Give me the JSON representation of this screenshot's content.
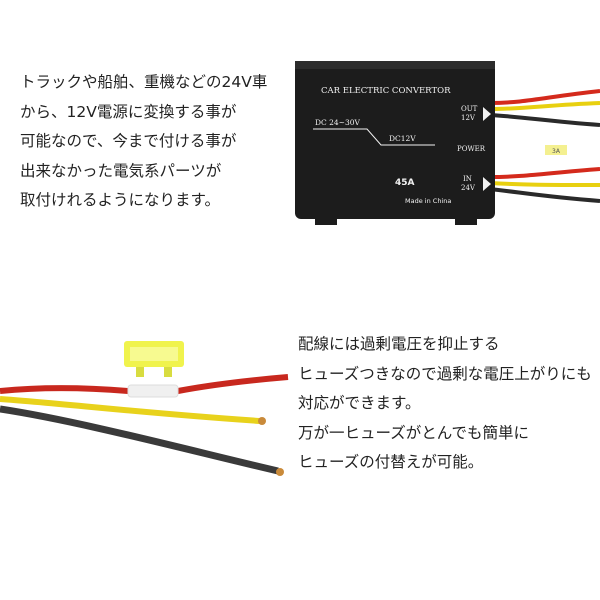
{
  "intro_text": {
    "lines": [
      "トラックや船舶、重機などの24V車",
      "から、12V電源に変換する事が",
      "可能なので、今まで付ける事が",
      "出来なかった電気系パーツが",
      "取付けれるようになります。"
    ]
  },
  "fuse_text": {
    "lines": [
      "配線には過剰電圧を抑止する",
      "ヒューズつきなので過剰な電圧上がりにも",
      "対応ができます。",
      "万が一ヒューズがとんでも簡単に",
      "ヒューズの付替えが可能。"
    ]
  },
  "converter": {
    "title": "CAR ELECTRIC CONVERTOR",
    "input_range": "DC 24~30V",
    "output_voltage": "DC12V",
    "out_label": "OUT",
    "out_voltage": "12V",
    "power_label": "POWER",
    "in_label": "IN",
    "in_voltage": "24V",
    "current": "45A",
    "made_in": "Made in China",
    "fuse_tag": "3A",
    "colors": {
      "body": "#1c1c1c",
      "wire_red": "#d42a1c",
      "wire_yellow": "#e8d010",
      "wire_black": "#2a2a2a"
    }
  },
  "fuse_photo": {
    "colors": {
      "fuse": "#eef23a",
      "wire_red": "#c8281e",
      "wire_yellow": "#e8d21c",
      "wire_black": "#3a3a3a",
      "copper": "#c98a3a"
    }
  }
}
